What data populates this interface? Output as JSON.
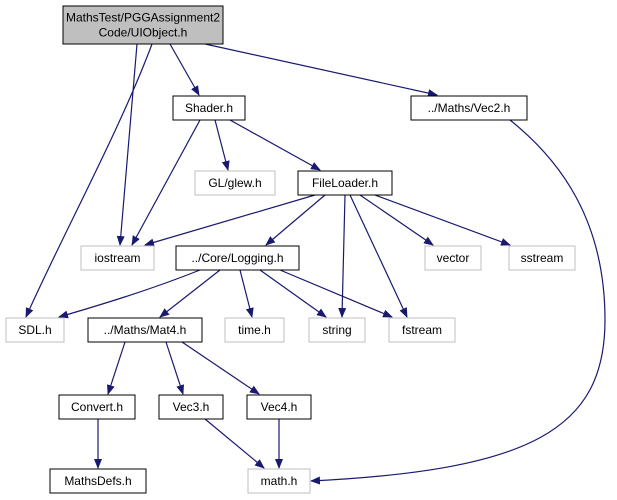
{
  "colors": {
    "edge": "#191970",
    "root_fill": "#bfbfbf",
    "node_border": "#000000",
    "external_border": "#bfbfbf",
    "text": "#000000"
  },
  "nodes": [
    {
      "id": "root",
      "lines": [
        "MathsTest/PGGAssignment2",
        "Code/UIObject.h"
      ],
      "kind": "root"
    },
    {
      "id": "shader",
      "lines": [
        "Shader.h"
      ],
      "kind": "local"
    },
    {
      "id": "vec2",
      "lines": [
        "../Maths/Vec2.h"
      ],
      "kind": "local"
    },
    {
      "id": "glew",
      "lines": [
        "GL/glew.h"
      ],
      "kind": "external"
    },
    {
      "id": "fileloader",
      "lines": [
        "FileLoader.h"
      ],
      "kind": "local"
    },
    {
      "id": "iostream",
      "lines": [
        "iostream"
      ],
      "kind": "external"
    },
    {
      "id": "logging",
      "lines": [
        "../Core/Logging.h"
      ],
      "kind": "local"
    },
    {
      "id": "vector",
      "lines": [
        "vector"
      ],
      "kind": "external"
    },
    {
      "id": "sstream",
      "lines": [
        "sstream"
      ],
      "kind": "external"
    },
    {
      "id": "sdl",
      "lines": [
        "SDL.h"
      ],
      "kind": "external"
    },
    {
      "id": "mat4",
      "lines": [
        "../Maths/Mat4.h"
      ],
      "kind": "local"
    },
    {
      "id": "time",
      "lines": [
        "time.h"
      ],
      "kind": "external"
    },
    {
      "id": "string",
      "lines": [
        "string"
      ],
      "kind": "external"
    },
    {
      "id": "fstream",
      "lines": [
        "fstream"
      ],
      "kind": "external"
    },
    {
      "id": "convert",
      "lines": [
        "Convert.h"
      ],
      "kind": "local"
    },
    {
      "id": "vec3",
      "lines": [
        "Vec3.h"
      ],
      "kind": "local"
    },
    {
      "id": "vec4",
      "lines": [
        "Vec4.h"
      ],
      "kind": "local"
    },
    {
      "id": "mathsdefs",
      "lines": [
        "MathsDefs.h"
      ],
      "kind": "local"
    },
    {
      "id": "math",
      "lines": [
        "math.h"
      ],
      "kind": "external"
    }
  ],
  "edges": [
    {
      "from": "root",
      "to": "shader"
    },
    {
      "from": "root",
      "to": "vec2"
    },
    {
      "from": "root",
      "to": "iostream"
    },
    {
      "from": "root",
      "to": "sdl"
    },
    {
      "from": "shader",
      "to": "glew"
    },
    {
      "from": "shader",
      "to": "fileloader"
    },
    {
      "from": "shader",
      "to": "iostream"
    },
    {
      "from": "vec2",
      "to": "math"
    },
    {
      "from": "fileloader",
      "to": "iostream"
    },
    {
      "from": "fileloader",
      "to": "logging"
    },
    {
      "from": "fileloader",
      "to": "vector"
    },
    {
      "from": "fileloader",
      "to": "sstream"
    },
    {
      "from": "fileloader",
      "to": "string"
    },
    {
      "from": "fileloader",
      "to": "fstream"
    },
    {
      "from": "logging",
      "to": "sdl"
    },
    {
      "from": "logging",
      "to": "mat4"
    },
    {
      "from": "logging",
      "to": "time"
    },
    {
      "from": "logging",
      "to": "string"
    },
    {
      "from": "logging",
      "to": "fstream"
    },
    {
      "from": "mat4",
      "to": "convert"
    },
    {
      "from": "mat4",
      "to": "vec3"
    },
    {
      "from": "mat4",
      "to": "vec4"
    },
    {
      "from": "convert",
      "to": "mathsdefs"
    },
    {
      "from": "vec3",
      "to": "math"
    },
    {
      "from": "vec4",
      "to": "math"
    }
  ]
}
